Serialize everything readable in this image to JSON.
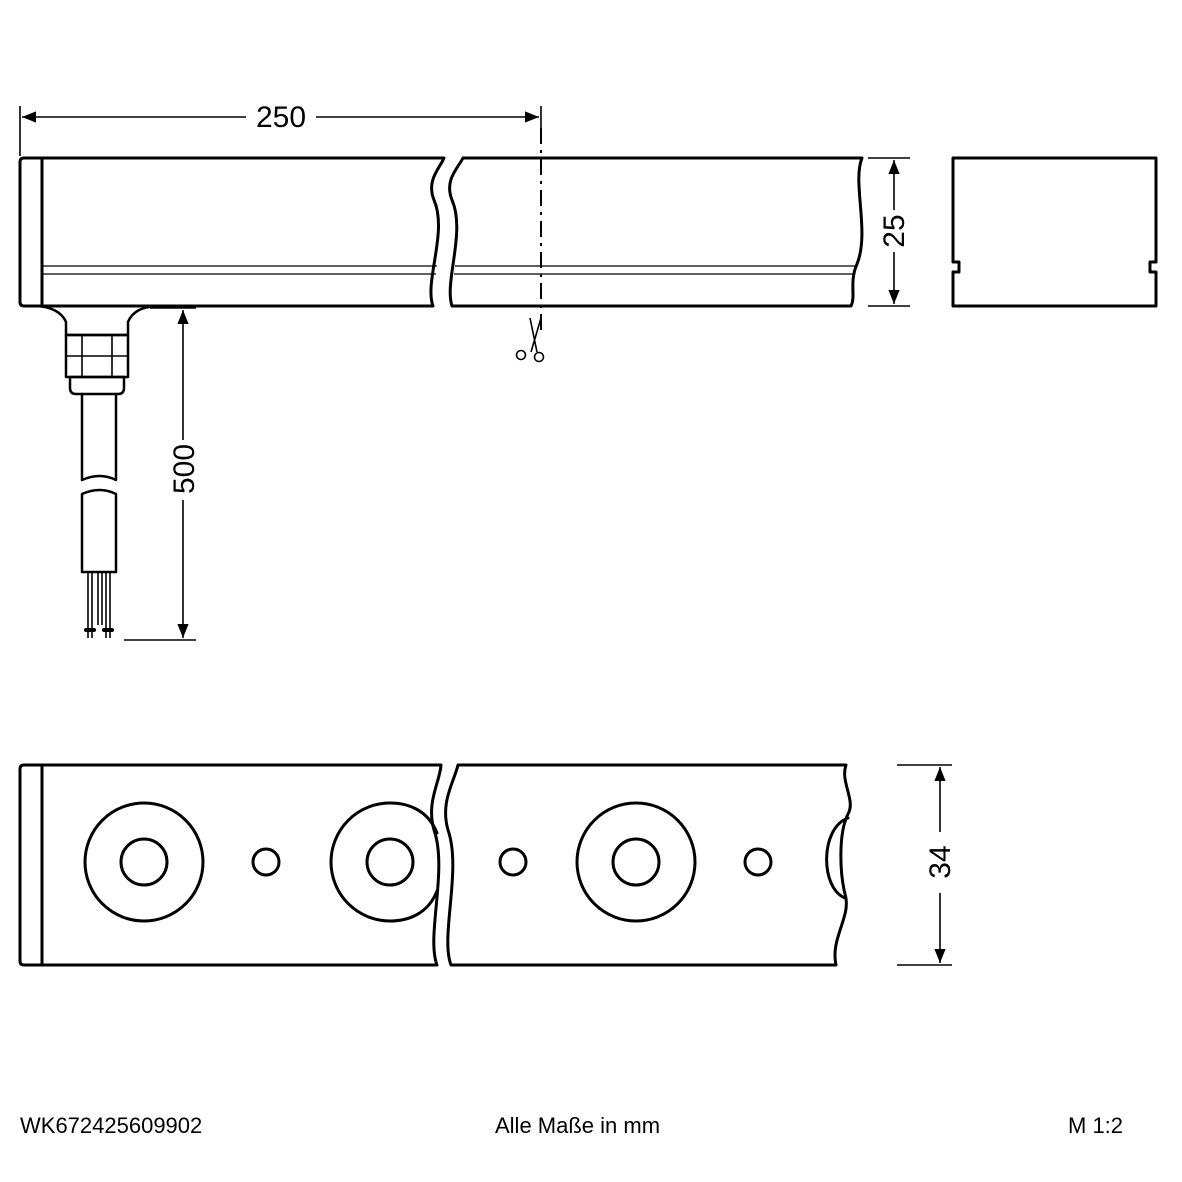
{
  "dimensions": {
    "length": "250",
    "height": "25",
    "cable": "500",
    "width": "34"
  },
  "footer": {
    "article_number": "WK672425609902",
    "units_note": "Alle Maße in mm",
    "scale": "M 1:2"
  },
  "icons": {
    "cut_mark": "scissors-icon"
  }
}
